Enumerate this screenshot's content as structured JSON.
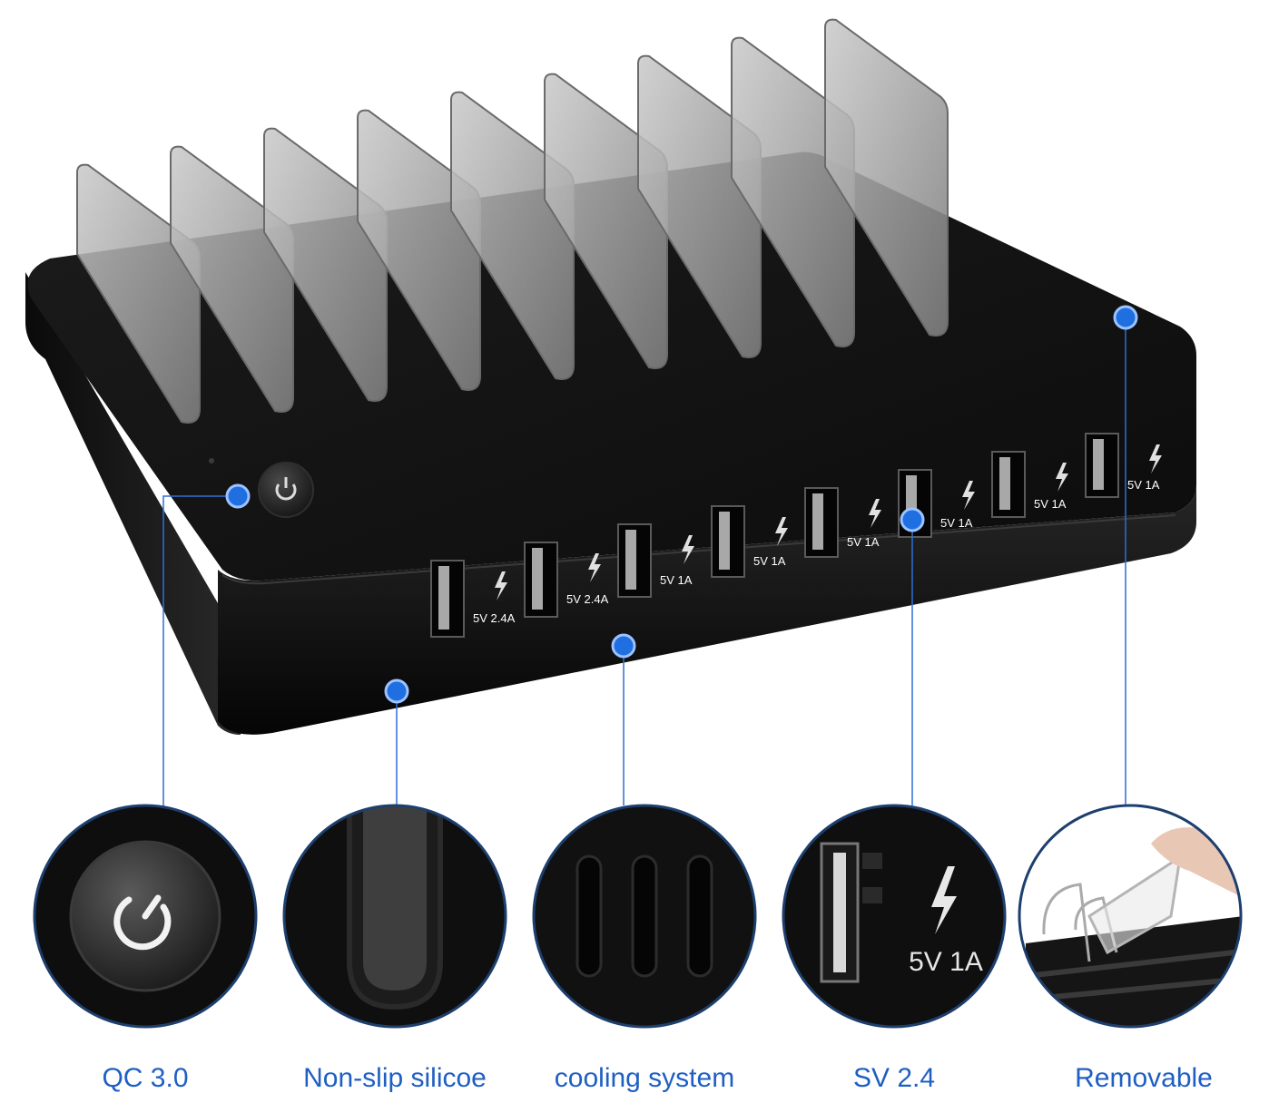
{
  "product": {
    "ports": [
      {
        "label": "5V 2.4A"
      },
      {
        "label": "5V 2.4A"
      },
      {
        "label": "5V 1A"
      },
      {
        "label": "5V 1A"
      },
      {
        "label": "5V 1A"
      },
      {
        "label": "5V 1A"
      },
      {
        "label": "5V 1A"
      },
      {
        "label": "5V 1A"
      }
    ],
    "divider_count": 9
  },
  "features": [
    {
      "caption": "QC 3.0"
    },
    {
      "caption": "Non-slip silicoe"
    },
    {
      "caption": "cooling system"
    },
    {
      "caption": "SV 2.4"
    },
    {
      "caption": "Removable"
    }
  ],
  "zoom_port_label": "5V 1A",
  "colors": {
    "accent": "#1f6fe0",
    "caption_text": "#1f5fc4",
    "base": "#121212",
    "divider_fill": "#9a9a9a",
    "circle_border": "#1d3f6e"
  }
}
